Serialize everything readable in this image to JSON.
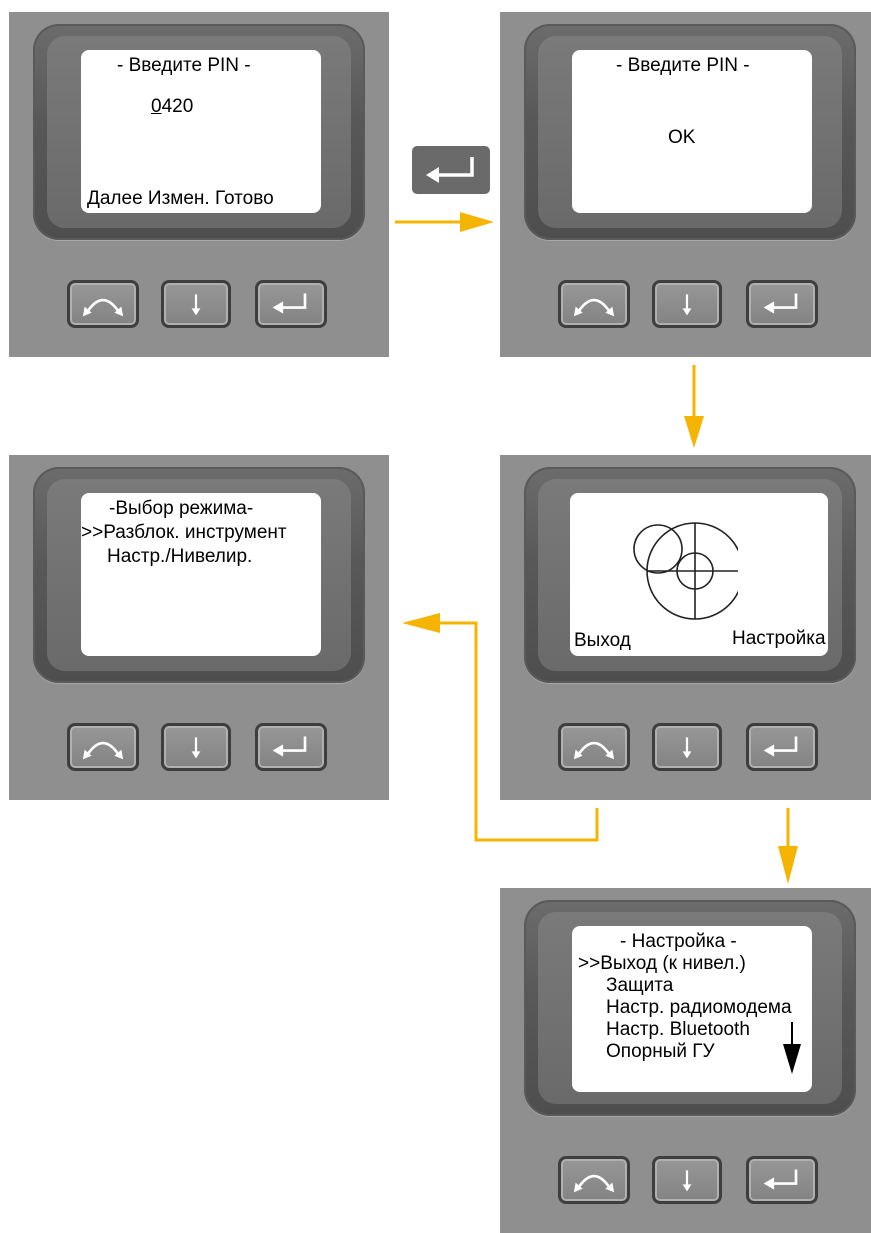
{
  "screens": {
    "pin_entry": {
      "title": "- Введите PIN -",
      "pin_first_digit": "0",
      "pin_rest": "420",
      "softkeys": "Далее Измен. Готово"
    },
    "pin_ok": {
      "title": "- Введите PIN -",
      "status": "OK"
    },
    "level_view": {
      "left_softkey": "Выход",
      "right_softkey": "Настройка"
    },
    "mode_select": {
      "title": "-Выбор режима-",
      "items": [
        ">>Разблок. инструмент",
        "Настр./Нивелир."
      ]
    },
    "settings": {
      "title": "- Настройка -",
      "items": [
        ">>Выход (к нивел.)",
        "Защита",
        "Настр. радиомодема",
        "Настр. Bluetooth",
        "Опорный ГУ"
      ]
    }
  },
  "icons": {
    "keypad_buttons": [
      "rotate-icon",
      "down-arrow-icon",
      "enter-icon"
    ],
    "flow_enter_key": "enter-icon"
  },
  "colors": {
    "flow_arrow": "#f5b400",
    "device_body": "#8f8f8f",
    "screen": "#ffffff"
  }
}
